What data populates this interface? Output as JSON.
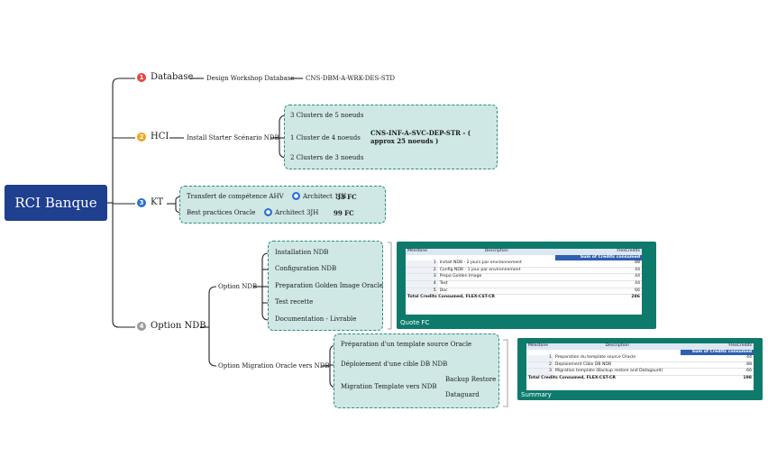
{
  "root": {
    "label": "RCI Banque"
  },
  "database": {
    "number": "1",
    "label": "Database",
    "color": "#e8453c",
    "workshop": "Design Workshop Database",
    "code": "CNS-DBM-A-WRK-DES-STD"
  },
  "hci": {
    "number": "2",
    "label": "HCI",
    "color": "#f0a61c",
    "install": "Install Starter Scénario NDB",
    "options": [
      "3 Clusters de 5 noeuds",
      "1 Cluster de 4 noeuds",
      "2 Clusters de 3 noeuds"
    ],
    "code": "CNS-INF-A-SVC-DEP-STR - ( approx 25 noeuds )"
  },
  "kt": {
    "number": "3",
    "label": "KT",
    "color": "#2a6fd6",
    "items": [
      {
        "label": "Transfert de compétence AHV",
        "role": "Architect 1JH",
        "fc": "33 FC"
      },
      {
        "label": "Best practices Oracle",
        "role": "Architect 3JH",
        "fc": "99 FC"
      }
    ]
  },
  "ndb": {
    "number": "4",
    "label": "Option NDB",
    "color": "#9a9a9a",
    "option_ndb": {
      "label": "Option NDB",
      "items": [
        "Installation NDB",
        "Configuration NDB",
        "Preparation Golden Image Oracle",
        "Test recette",
        "Documentation - Livrable"
      ]
    },
    "option_migration": {
      "label": "Option Migration Oracle vers NDB",
      "items": [
        "Préparation d'un template source Oracle",
        "Déploiement d'une cible DB NDB",
        "Migration Template vers NDB"
      ],
      "sub_items": [
        "Backup Restore",
        "Dataguard"
      ]
    }
  },
  "quote_card": {
    "caption": "Quote FC",
    "headers": [
      "Milestone",
      "Description",
      "FlexCredits"
    ],
    "subheader": "Sum of Credits consumed",
    "rows": [
      {
        "n": "1",
        "desc": "Install NDB - 2 jours par environnement",
        "val": "88"
      },
      {
        "n": "2",
        "desc": "Config NDB - 1 jour par environnement",
        "val": "44"
      },
      {
        "n": "3",
        "desc": "Prepa Golden Image",
        "val": "44"
      },
      {
        "n": "4",
        "desc": "Test",
        "val": "44"
      },
      {
        "n": "5",
        "desc": "Doc",
        "val": "66"
      }
    ],
    "total_label": "Total Credits Consumed, FLEX-CST-CR",
    "total_value": "286"
  },
  "summary_card": {
    "caption": "Summary",
    "headers": [
      "Milestone",
      "Description",
      "FlexCredits"
    ],
    "subheader": "Sum of Credits consumed",
    "rows": [
      {
        "n": "1",
        "desc": "Preparation du template source Oracle",
        "val": "44"
      },
      {
        "n": "2",
        "desc": "Deploiement Cible DB NDB",
        "val": "88"
      },
      {
        "n": "3",
        "desc": "Migration template (Backup restore and Datagaurd)",
        "val": "66"
      }
    ],
    "total_label": "Total Credits Consumed, FLEX-CST-CR",
    "total_value": "198"
  }
}
